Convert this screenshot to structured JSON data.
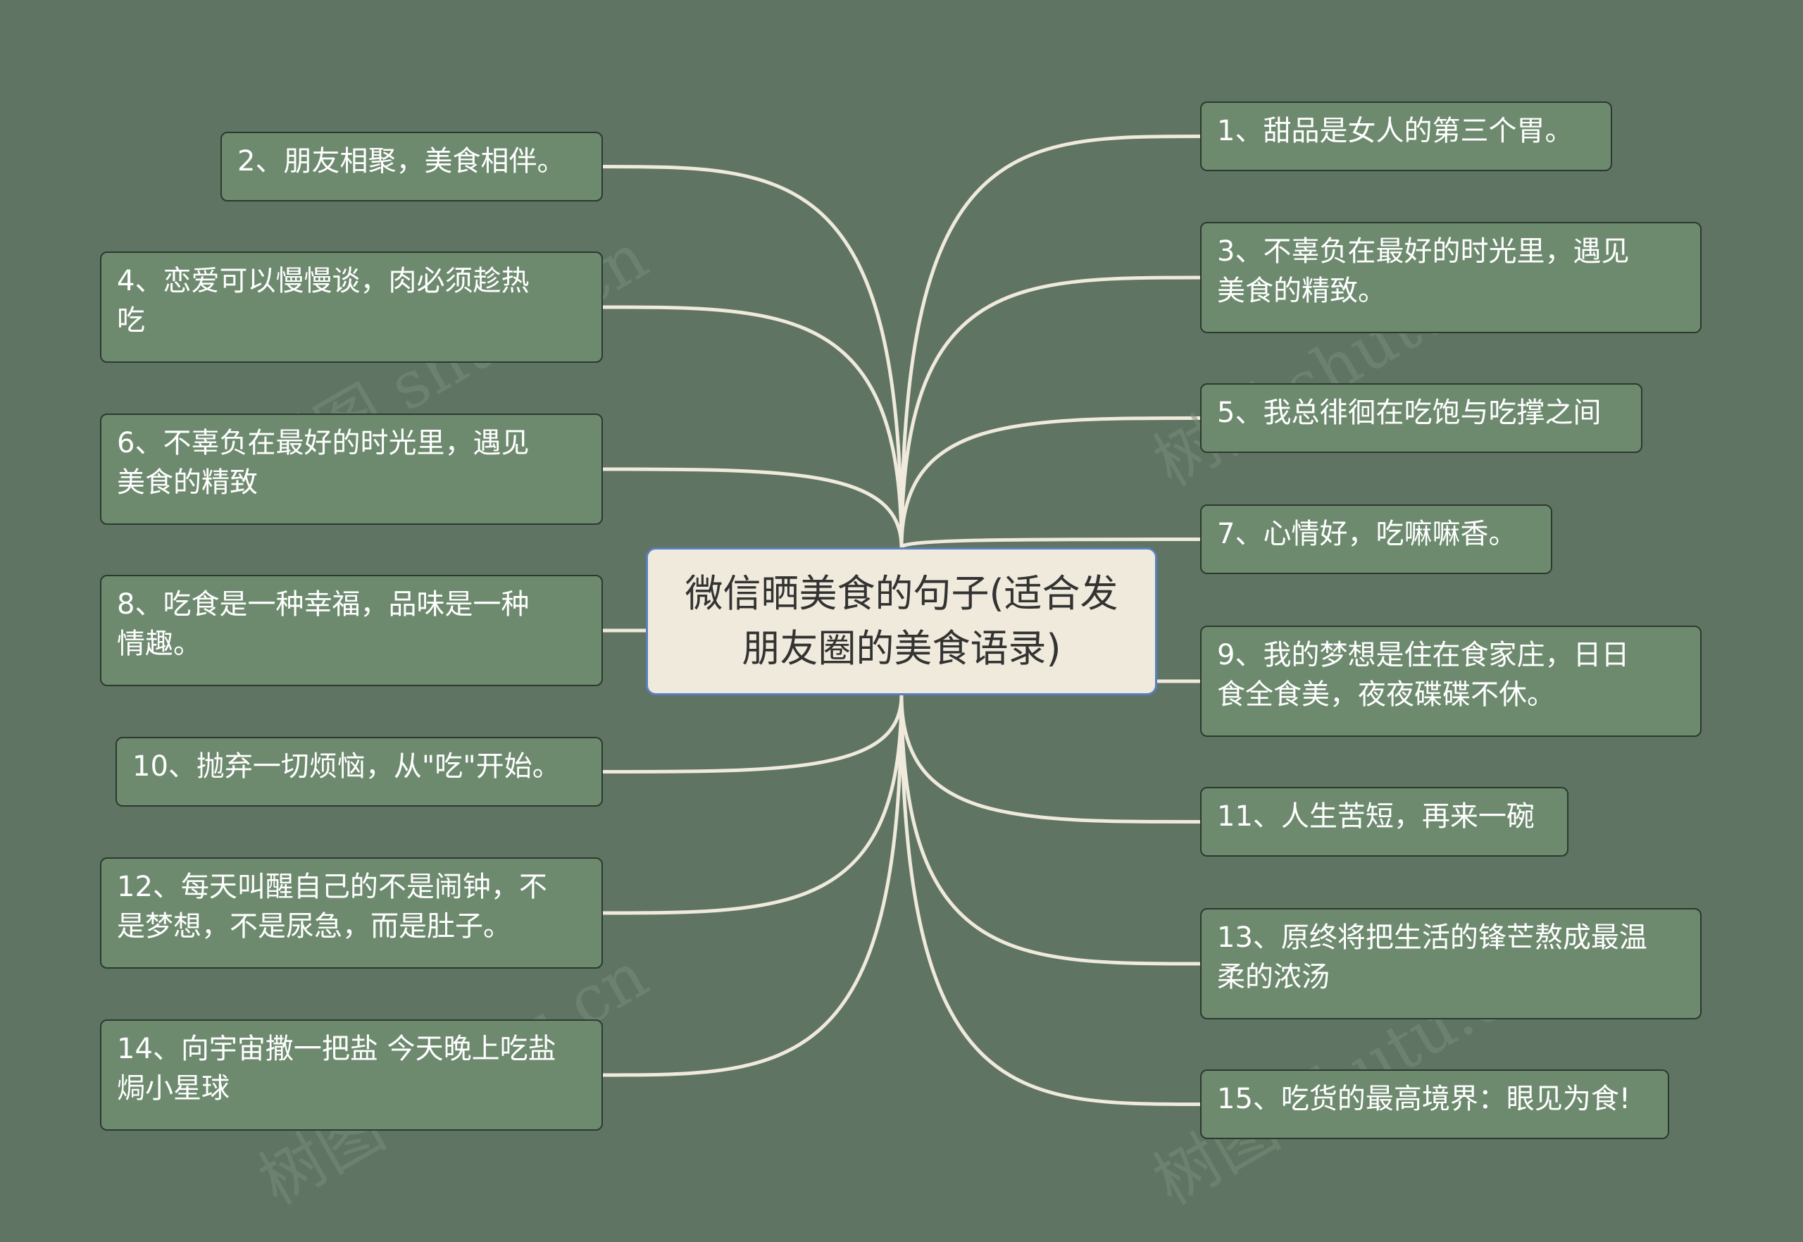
{
  "root": {
    "text": "微信晒美食的句子(适合发\n朋友圈的美食语录)"
  },
  "watermark": "树图 shutu.cn",
  "colors": {
    "background": "#5f7463",
    "node_fill": "#6d8a6f",
    "node_border": "#2c3a2e",
    "link": "#efeadb",
    "root_fill": "#efeadb",
    "root_border": "#5a7fc0"
  },
  "left_nodes": [
    {
      "text": "2、朋友相聚，美食相伴。"
    },
    {
      "text": "4、恋爱可以慢慢谈，肉必须趁热\n吃"
    },
    {
      "text": "6、不辜负在最好的时光里，遇见\n美食的精致"
    },
    {
      "text": "8、吃食是一种幸福，品味是一种\n情趣。"
    },
    {
      "text": "10、抛弃一切烦恼，从\"吃\"开始。"
    },
    {
      "text": "12、每天叫醒自己的不是闹钟，不\n是梦想，不是尿急，而是肚子。"
    },
    {
      "text": "14、向宇宙撒一把盐 今天晚上吃盐\n焗小星球"
    }
  ],
  "right_nodes": [
    {
      "text": "1、甜品是女人的第三个胃。"
    },
    {
      "text": "3、不辜负在最好的时光里，遇见\n美食的精致。"
    },
    {
      "text": "5、我总徘徊在吃饱与吃撑之间"
    },
    {
      "text": "7、心情好，吃嘛嘛香。"
    },
    {
      "text": "9、我的梦想是住在食家庄，日日\n食全食美，夜夜碟碟不休。"
    },
    {
      "text": "11、人生苦短，再来一碗"
    },
    {
      "text": "13、原终将把生活的锋芒熬成最温\n柔的浓汤"
    },
    {
      "text": "15、吃货的最高境界：眼见为食!"
    }
  ]
}
